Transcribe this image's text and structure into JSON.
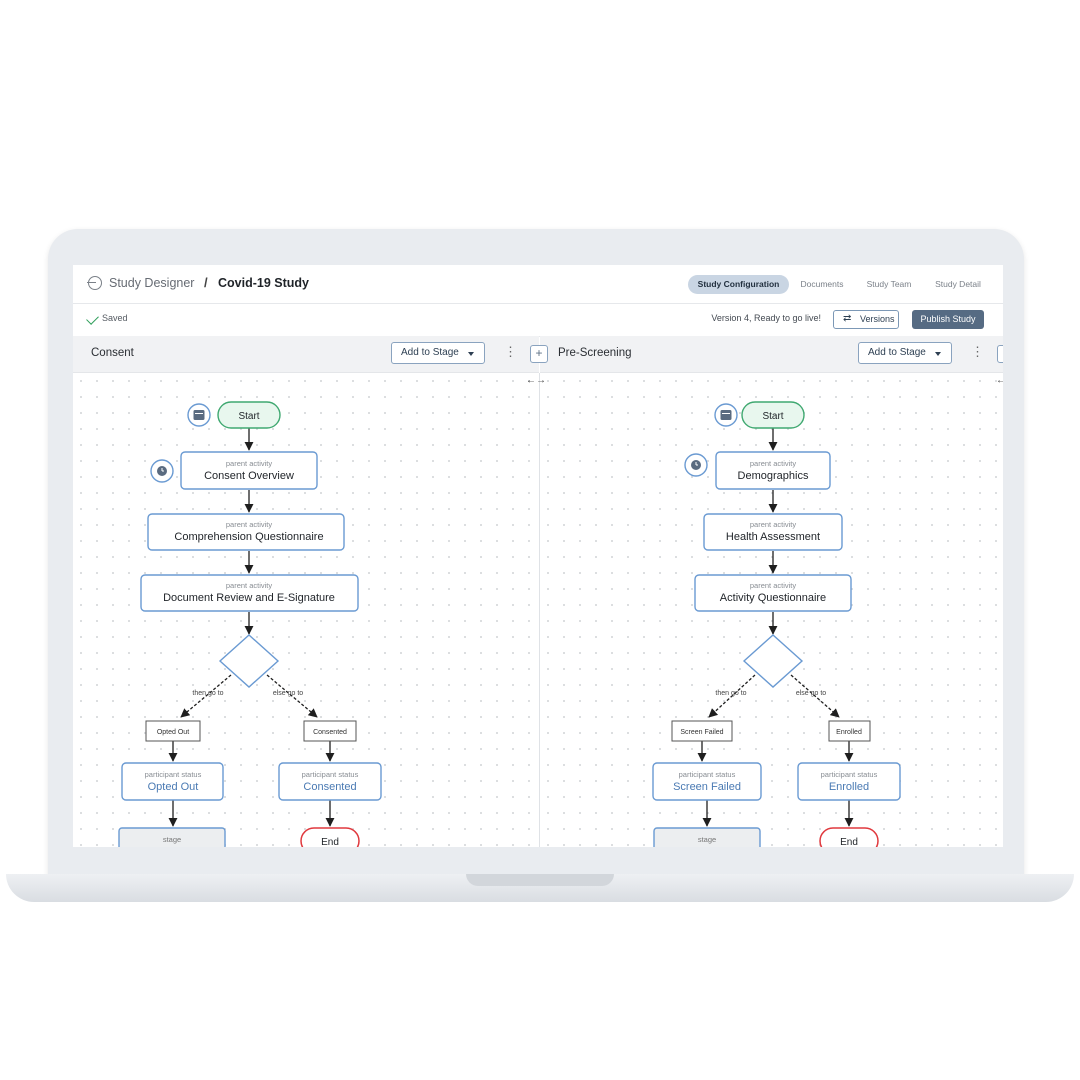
{
  "app": {
    "breadcrumb_root": "Study Designer",
    "breadcrumb_separator": "/",
    "breadcrumb_current": "Covid-19 Study",
    "tabs": [
      {
        "label": "Study Configuration",
        "active": true
      },
      {
        "label": "Documents",
        "active": false
      },
      {
        "label": "Study Team",
        "active": false
      },
      {
        "label": "Study Detail",
        "active": false
      }
    ]
  },
  "subbar": {
    "save_status": "Saved",
    "version_text": "Version 4, Ready to go live!",
    "versions_label": "Versions",
    "publish_label": "Publish Study"
  },
  "colors": {
    "accent_blue": "#6a9ad2",
    "start_green": "#3fa870",
    "start_fill": "#e8f7ee",
    "end_red": "#e0393e",
    "status_text": "#4a7ab3",
    "publish_bg": "#566b83"
  },
  "stages": [
    {
      "title": "Consent",
      "add_label": "Add to Stage",
      "start": "Start",
      "activities": [
        {
          "caption": "parent activity",
          "label": "Consent Overview"
        },
        {
          "caption": "parent activity",
          "label": "Comprehension Questionnaire"
        },
        {
          "caption": "parent activity",
          "label": "Document Review and E-Signature"
        }
      ],
      "then_label": "then go to",
      "else_label": "else go to",
      "left_branch": {
        "tag": "Opted Out",
        "caption": "participant status",
        "status": "Opted Out",
        "next_caption": "stage"
      },
      "right_branch": {
        "tag": "Consented",
        "caption": "participant status",
        "status": "Consented",
        "end": "End"
      }
    },
    {
      "title": "Pre-Screening",
      "add_label": "Add to Stage",
      "start": "Start",
      "activities": [
        {
          "caption": "parent activity",
          "label": "Demographics"
        },
        {
          "caption": "parent activity",
          "label": "Health Assessment"
        },
        {
          "caption": "parent activity",
          "label": "Activity Questionnaire"
        }
      ],
      "then_label": "then go to",
      "else_label": "else go to",
      "left_branch": {
        "tag": "Screen Failed",
        "caption": "participant status",
        "status": "Screen Failed",
        "next_caption": "stage"
      },
      "right_branch": {
        "tag": "Enrolled",
        "caption": "participant status",
        "status": "Enrolled",
        "end": "End"
      }
    }
  ],
  "icons": {
    "breadcrumb": "arrow-in-circle-icon",
    "saved": "check-icon",
    "versions": "swap-arrows-icon",
    "calendar": "calendar-icon",
    "clock": "clock-icon",
    "menu": "kebab-menu-icon",
    "add": "plus-icon",
    "resize": "resize-arrows-icon"
  }
}
